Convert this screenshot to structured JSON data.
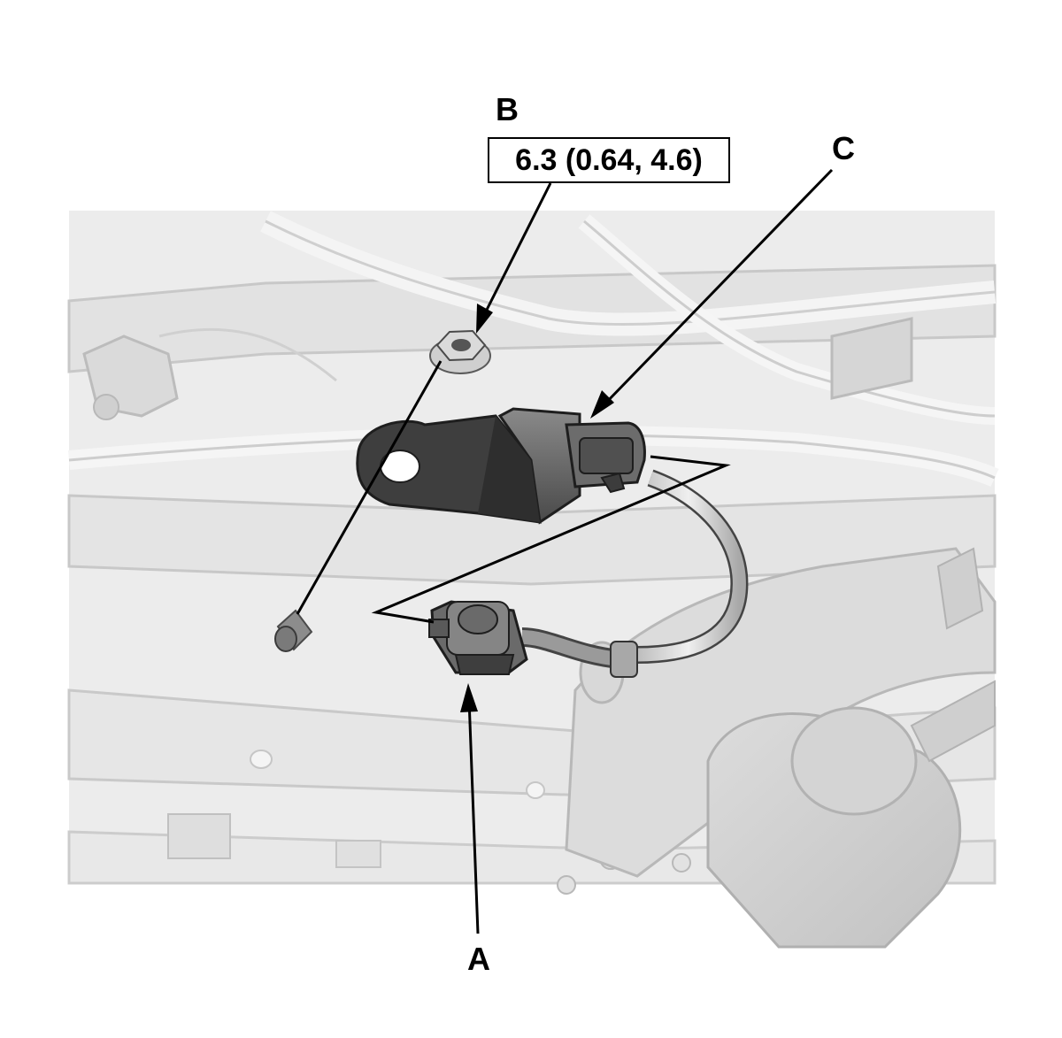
{
  "callouts": {
    "a": "A",
    "b": "B",
    "c": "C"
  },
  "torque_spec": "6.3 (0.64, 4.6)",
  "colors": {
    "background_parts": "#e6e6e6",
    "background_outline": "#c4c4c4",
    "sensor_body": "#6e6e6e",
    "sensor_dark": "#3c3c3c",
    "connector": "#6a6a6a",
    "leader_lines": "#000000"
  }
}
